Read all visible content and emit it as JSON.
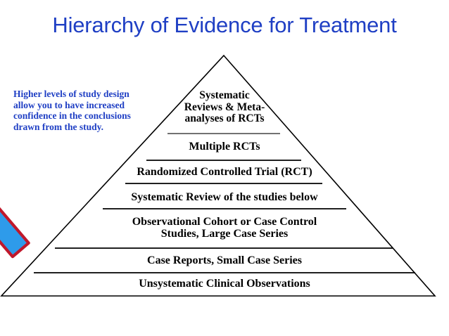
{
  "slide": {
    "title": "Hierarchy of Evidence for Treatment",
    "background_color": "#ffffff",
    "title_color": "#1f3fc4"
  },
  "caption": {
    "text": "Higher levels of study design allow you to have increased confidence in the conclusions drawn from the study.",
    "color": "#1f3fc4"
  },
  "arrow": {
    "name": "upward-quality-arrow",
    "direction": "up-right",
    "fill_color": "#2e9bea",
    "outline_color": "#c0182b",
    "meaning": "increasing strength of evidence"
  },
  "pyramid": {
    "outline_color": "#000000",
    "divider_color": "#000000",
    "tiers": [
      {
        "label": "Systematic\nReviews & Meta-\nanalyses of RCTs",
        "rank": 1
      },
      {
        "label": "Multiple RCTs",
        "rank": 2
      },
      {
        "label": "Randomized Controlled Trial (RCT)",
        "rank": 3
      },
      {
        "label": "Systematic Review of the studies below",
        "rank": 4
      },
      {
        "label": "Observational Cohort or Case Control\nStudies, Large Case Series",
        "rank": 5
      },
      {
        "label": "Case Reports, Small Case Series",
        "rank": 6
      },
      {
        "label": "Unsystematic Clinical Observations",
        "rank": 7
      }
    ]
  }
}
